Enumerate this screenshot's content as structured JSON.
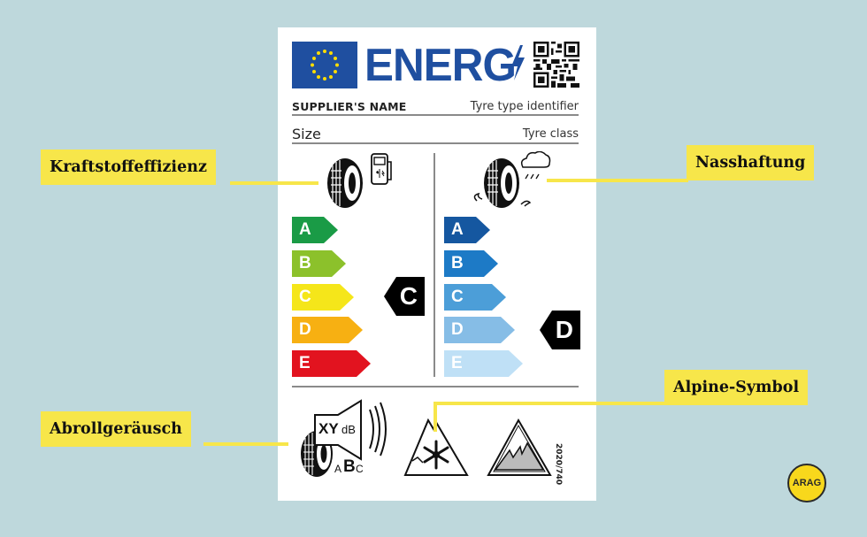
{
  "label": {
    "header": {
      "energy_word": "ENERG",
      "flag_icon": "eu-flag-icon",
      "qr_icon": "qr-code-icon"
    },
    "supplier_name": "SUPPLIER'S NAME",
    "tyre_type_identifier": "Tyre type identifier",
    "size": "Size",
    "tyre_class": "Tyre class",
    "fuel_efficiency": {
      "icon": "tyre-fuel-pump-icon",
      "classes": [
        {
          "letter": "A",
          "color": "#1a9b46"
        },
        {
          "letter": "B",
          "color": "#8cc12b"
        },
        {
          "letter": "C",
          "color": "#f5e61a"
        },
        {
          "letter": "D",
          "color": "#f7b012"
        },
        {
          "letter": "E",
          "color": "#e2131f"
        }
      ],
      "rating": "C"
    },
    "wet_grip": {
      "icon": "tyre-rain-cloud-icon",
      "classes": [
        {
          "letter": "A",
          "color": "#1557a0"
        },
        {
          "letter": "B",
          "color": "#1d7ac6"
        },
        {
          "letter": "C",
          "color": "#4c9ed8"
        },
        {
          "letter": "D",
          "color": "#86bde6"
        },
        {
          "letter": "E",
          "color": "#bfe0f6"
        }
      ],
      "rating": "D"
    },
    "noise": {
      "icon": "tyre-speaker-icon",
      "value_label": "XY",
      "unit": "dB",
      "class_a": "A",
      "class_b": "B",
      "class_c": "C"
    },
    "snow_icon": "alpine-snowflake-mountain-icon",
    "ice_icon": "ice-grip-mountain-icon",
    "regulation_code": "2020/740"
  },
  "callouts": {
    "fuel": "Kraftstoffeffizienz",
    "wet": "Nasshaftung",
    "alpine": "Alpine-Symbol",
    "noise": "Abrollgeräusch"
  },
  "brand": {
    "logo_text": "ARAG"
  }
}
